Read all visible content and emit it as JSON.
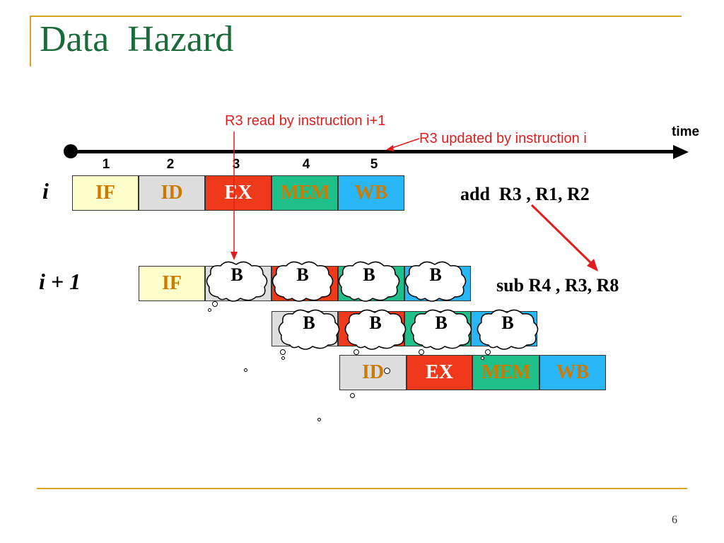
{
  "title": "Data  Hazard",
  "page_number": "6",
  "timeline": {
    "label": "time",
    "ticks": [
      "1",
      "2",
      "3",
      "4",
      "5"
    ]
  },
  "annotations": {
    "read": "R3 read by instruction i+1",
    "updated": "R3 updated by instruction i"
  },
  "rows": {
    "i_label": "i",
    "i1_label": "i + 1"
  },
  "instructions": {
    "add": "add  R3 , R1, R2",
    "sub": "sub R4 , R3, R8"
  },
  "stages": {
    "IF": "IF",
    "ID": "ID",
    "EX": "EX",
    "MEM": "MEM",
    "WB": "WB"
  },
  "bubble_label": "B",
  "colors": {
    "title": "#1b6b3a",
    "annotation": "#e31d1d",
    "IF": "#ffffcc",
    "ID": "#dddddd",
    "EX": "#ee3a1a",
    "MEM": "#1fbf8a",
    "WB": "#29b6f6",
    "rule": "#d9a521"
  }
}
